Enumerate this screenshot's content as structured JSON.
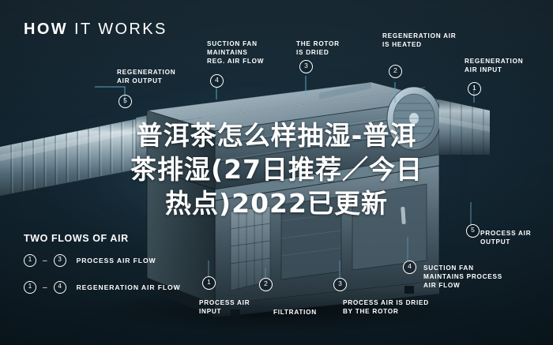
{
  "header": {
    "title_bold": "HOW",
    "title_light": " IT WORKS"
  },
  "callouts": [
    {
      "id": "1",
      "label": "REGENERATION\nAIR INPUT"
    },
    {
      "id": "2",
      "label": "REGENERATION AIR\nIS HEATED"
    },
    {
      "id": "3",
      "label": "THE ROTOR\nIS DRIED"
    },
    {
      "id": "4",
      "label": "SUCTION FAN\nMAINTAINS\nREG. AIR FLOW"
    },
    {
      "id": "5",
      "label": "REGENERATION\nAIR OUTPUT"
    },
    {
      "id": "1b",
      "label": "PROCESS AIR\nINPUT"
    },
    {
      "id": "2b",
      "label": "FILTRATION"
    },
    {
      "id": "3b",
      "label": "PROCESS AIR IS DRIED\nBY THE ROTOR"
    },
    {
      "id": "4b",
      "label": "SUCTION FAN\nMAINTAINS PROCESS\nAIR FLOW"
    },
    {
      "id": "5b",
      "label": "PROCESS AIR\nOUTPUT"
    }
  ],
  "legend": {
    "title": "TWO FLOWS OF AIR",
    "rows": [
      {
        "from": "1",
        "to": "3",
        "dash": "–",
        "text": "PROCESS AIR FLOW"
      },
      {
        "from": "1",
        "to": "4",
        "dash": "–",
        "text": "REGENERATION AIR FLOW"
      }
    ]
  },
  "watermark": {
    "line1": "普洱茶怎么样抽湿-普洱",
    "line2": "茶排湿(27日推荐／今日",
    "line3": "热点)2022已更新"
  },
  "colors": {
    "accent_line": "#5fa8c8",
    "text": "#ffffff",
    "background_dark": "#0a161e"
  }
}
